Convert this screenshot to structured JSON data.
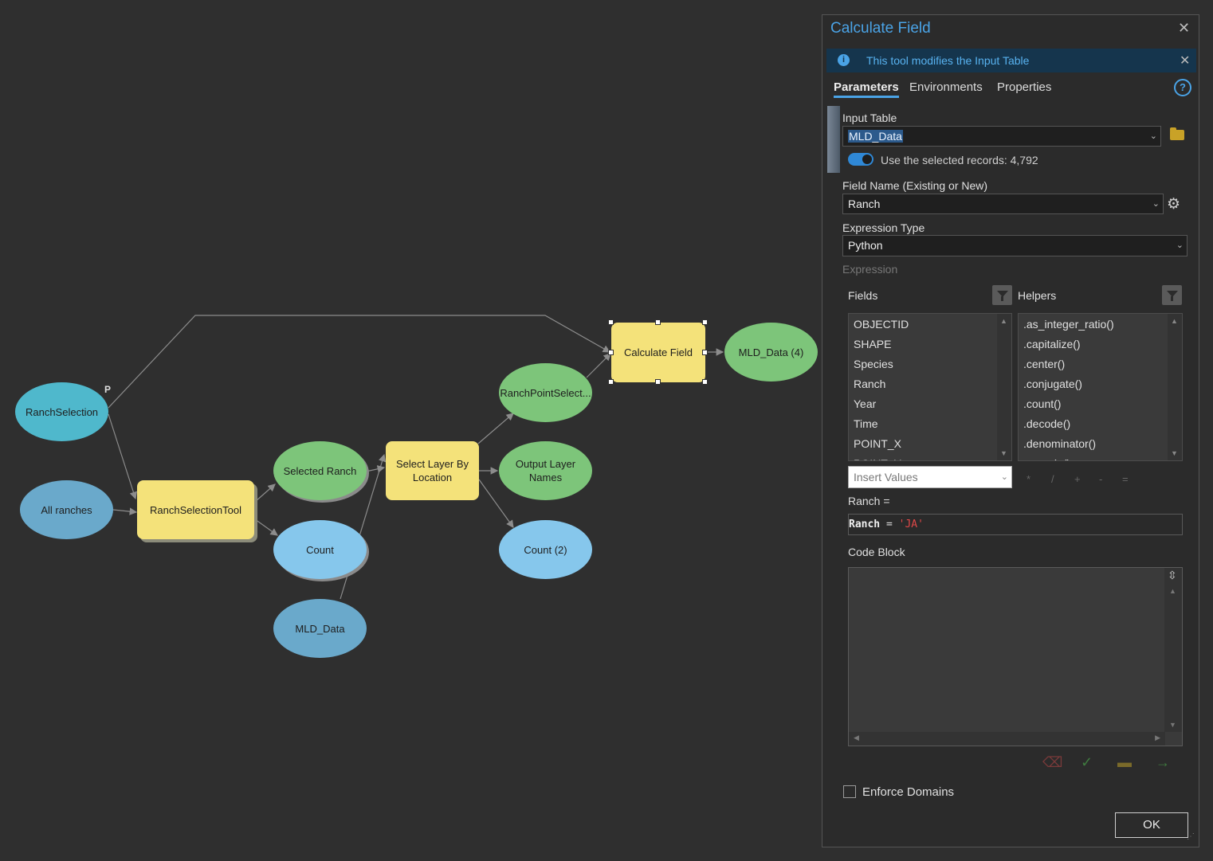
{
  "model": {
    "nodes": {
      "ranch_selection": "RanchSelection",
      "all_ranches": "All ranches",
      "ranch_selection_tool": "RanchSelectionTool",
      "selected_ranch": "Selected Ranch",
      "count": "Count",
      "mld_data": "MLD_Data",
      "select_layer_by_location": "Select Layer By Location",
      "ranch_point_select": "RanchPointSelect...",
      "output_layer_names": "Output Layer Names",
      "count2": "Count (2)",
      "calculate_field": "Calculate Field",
      "mld_data4": "MLD_Data (4)"
    },
    "parameter_marker": "P"
  },
  "panel": {
    "title": "Calculate Field",
    "info_text": "This tool modifies the Input Table",
    "tabs": [
      "Parameters",
      "Environments",
      "Properties"
    ],
    "input_table": {
      "label": "Input Table",
      "value": "MLD_Data",
      "toggle_label": "Use the selected records: 4,792"
    },
    "field_name": {
      "label": "Field Name (Existing or New)",
      "value": "Ranch"
    },
    "expression_type": {
      "label": "Expression Type",
      "value": "Python"
    },
    "expression_label": "Expression",
    "fields": {
      "label": "Fields",
      "items": [
        "OBJECTID",
        "SHAPE",
        "Species",
        "Ranch",
        "Year",
        "Time",
        "POINT_X",
        "POINT_Y"
      ]
    },
    "helpers": {
      "label": "Helpers",
      "items": [
        ".as_integer_ratio()",
        ".capitalize()",
        ".center()",
        ".conjugate()",
        ".count()",
        ".decode()",
        ".denominator()",
        ".encode()"
      ]
    },
    "insert_values_placeholder": "Insert Values",
    "operators": [
      "*",
      "/",
      "+",
      "-",
      "="
    ],
    "expr_prefix": "Ranch =",
    "expression": {
      "field": "Ranch",
      "op": " = ",
      "value": "'JA'"
    },
    "code_block_label": "Code Block",
    "enforce_domains_label": "Enforce Domains",
    "ok_label": "OK"
  },
  "colors": {
    "tool": "#f4e27a",
    "derived_output": "#7dc57a",
    "value": "#86c7ec",
    "accent": "#4aa3e6"
  }
}
